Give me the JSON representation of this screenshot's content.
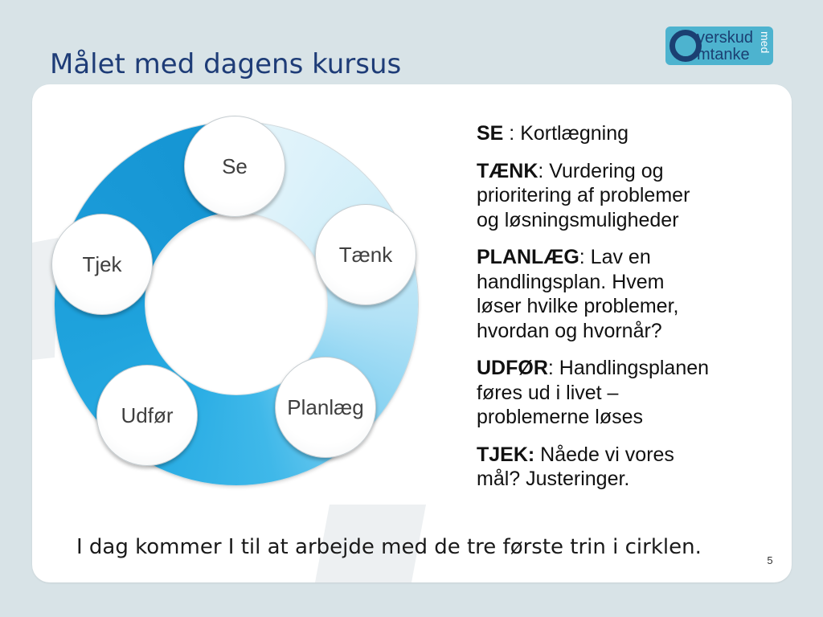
{
  "slide": {
    "title": "Målet med dagens kursus",
    "footer_text": "I dag kommer I til at arbejde med de tre første trin i cirklen.",
    "page_number": "5"
  },
  "logo": {
    "initial": "O",
    "line1": "verskud",
    "line2": "mtanke",
    "vertical": "med"
  },
  "cycle": {
    "steps": [
      {
        "label": "Se"
      },
      {
        "label": "Tænk"
      },
      {
        "label": "Planlæg"
      },
      {
        "label": "Udfør"
      },
      {
        "label": "Tjek"
      }
    ]
  },
  "legend": {
    "items": [
      {
        "label": "SE",
        "text": " : Kortlægning"
      },
      {
        "label": "TÆNK",
        "text": ": Vurdering og\nprioritering af problemer\nog løsningsmuligheder"
      },
      {
        "label": "PLANLÆG",
        "text": ": Lav en\nhandlingsplan. Hvem\nløser hvilke problemer,\nhvordan og hvornår?"
      },
      {
        "label": "UDFØR",
        "text": ": Handlingsplanen\nføres ud i livet –\nproblemerne løses"
      },
      {
        "label": "TJEK:",
        "text": " Nåede vi vores\nmål? Justeringer."
      }
    ]
  },
  "colors": {
    "background": "#d8e3e7",
    "title": "#1e3c77",
    "ring_dark": "#1494d2",
    "ring_light": "#e6f5fb",
    "logo_background": "#4db3cf",
    "logo_navy": "#1b3f72"
  }
}
